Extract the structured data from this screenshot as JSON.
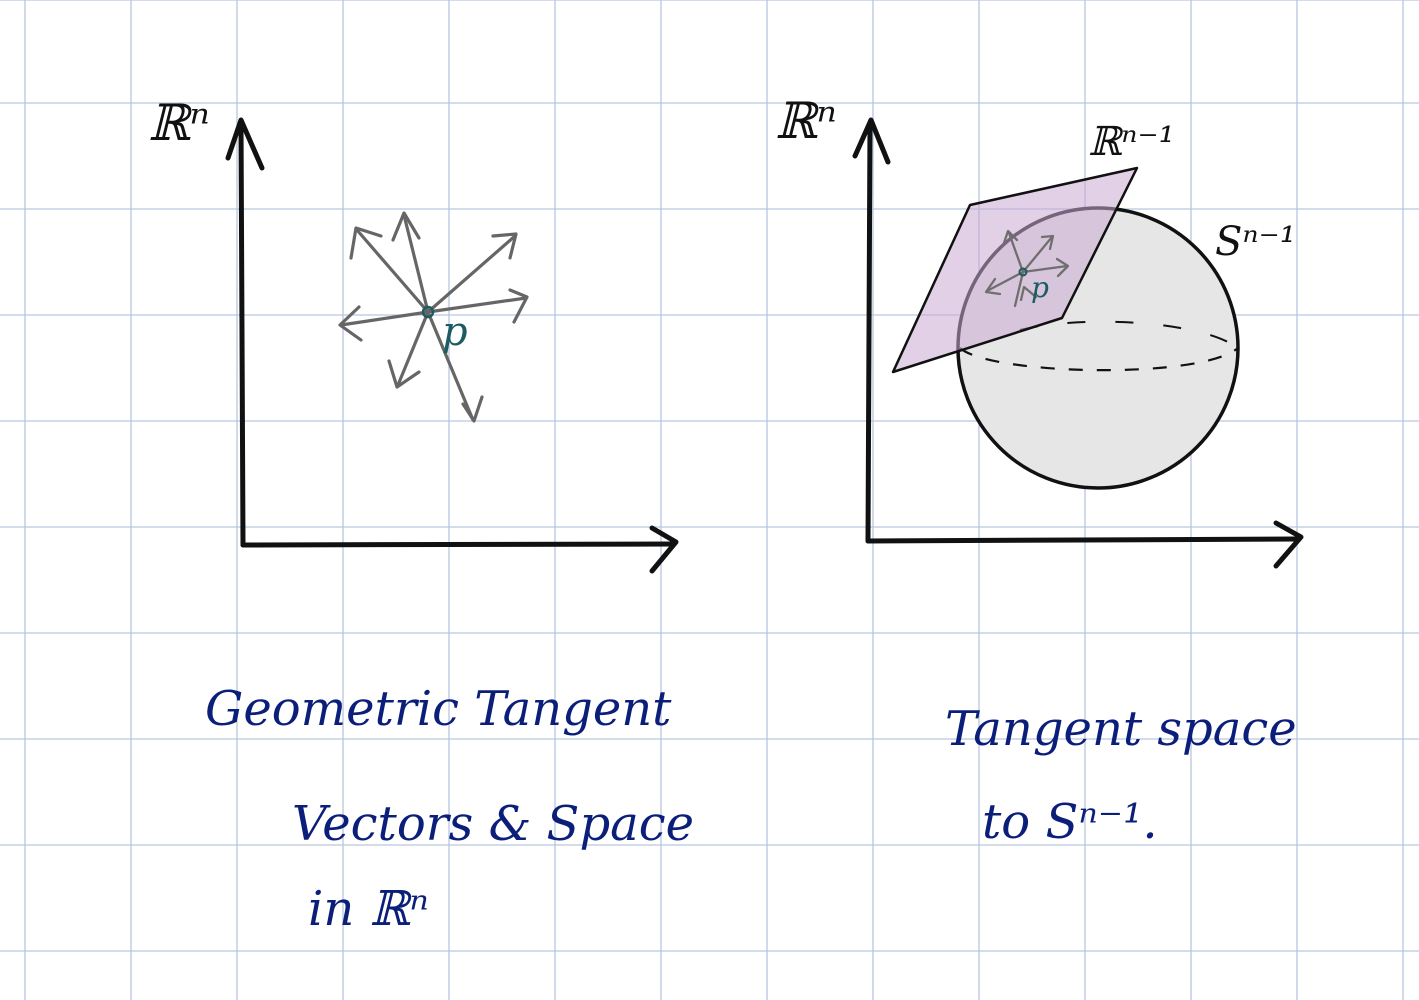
{
  "colors": {
    "grid": "#b7c6de",
    "axes": "#111111",
    "vectors": "#666666",
    "point": "#1d5b63",
    "caption_ink": "#0b1f7a",
    "plane_fill": "#c9a9d1",
    "sphere_fill": "#e6e6e6"
  },
  "left_diagram": {
    "axis_label": "ℝⁿ",
    "point_label": "p"
  },
  "right_diagram": {
    "axis_label": "ℝⁿ",
    "plane_label": "ℝⁿ⁻¹",
    "sphere_label": "Sⁿ⁻¹",
    "point_label": "p"
  },
  "captions": {
    "left_line1": "Geometric Tangent",
    "left_line2": "Vectors & Space",
    "left_line3": "in ℝⁿ",
    "right_line1": "Tangent space",
    "right_line2": "to Sⁿ⁻¹."
  }
}
